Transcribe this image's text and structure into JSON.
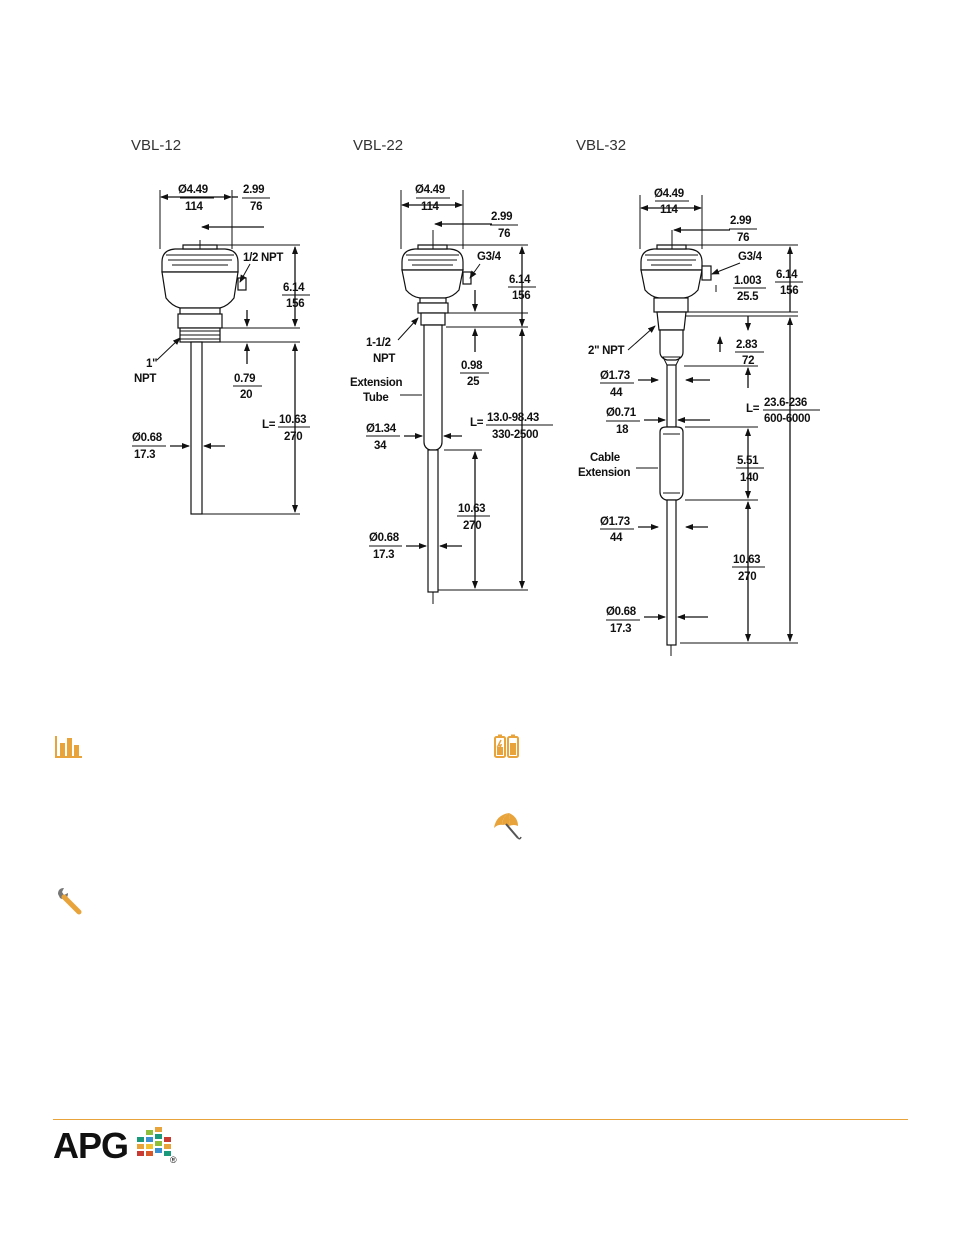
{
  "models": [
    {
      "title": "VBL-12"
    },
    {
      "title": "VBL-22"
    },
    {
      "title": "VBL-32"
    }
  ],
  "vbl12": {
    "dia_head_top": "Ø4.49",
    "dia_head_bot": "114",
    "off_top": "2.99",
    "off_bot": "76",
    "conduit": "1/2 NPT",
    "h_top": "6.14",
    "h_bot": "156",
    "thread_a": "1\"",
    "thread_b": "NPT",
    "t_top": "0.79",
    "t_bot": "20",
    "l_prefix": "L=",
    "l_top": "10.63",
    "l_bot": "270",
    "d_top": "Ø0.68",
    "d_bot": "17.3"
  },
  "vbl22": {
    "dia_head_top": "Ø4.49",
    "dia_head_bot": "114",
    "off_top": "2.99",
    "off_bot": "76",
    "conduit": "G3/4",
    "h_top": "6.14",
    "h_bot": "156",
    "thread_a": "1-1/2",
    "thread_b": "NPT",
    "t_top": "0.98",
    "t_bot": "25",
    "ext_a": "Extension",
    "ext_b": "Tube",
    "l_prefix": "L=",
    "l_top": "13.0-98.43",
    "l_bot": "330-2500",
    "e_top": "Ø1.34",
    "e_bot": "34",
    "p_top": "10.63",
    "p_bot": "270",
    "d_top": "Ø0.68",
    "d_bot": "17.3"
  },
  "vbl32": {
    "dia_head_top": "Ø4.49",
    "dia_head_bot": "114",
    "off_top": "2.99",
    "off_bot": "76",
    "conduit": "G3/4",
    "h_top": "6.14",
    "h_bot": "156",
    "c_top": "1.003",
    "c_bot": "25.5",
    "thread": "2\" NPT",
    "t_top": "2.83",
    "t_bot": "72",
    "w1_top": "Ø1.73",
    "w1_bot": "44",
    "cab_top": "Ø0.71",
    "cab_bot": "18",
    "l_prefix": "L=",
    "l_top": "23.6-236",
    "l_bot": "600-6000",
    "cext_a": "Cable",
    "cext_b": "Extension",
    "s_top": "5.51",
    "s_bot": "140",
    "w2_top": "Ø1.73",
    "w2_bot": "44",
    "p_top": "10.63",
    "p_bot": "270",
    "d_top": "Ø0.68",
    "d_bot": "17.3"
  },
  "icons": {
    "accent": "#e8a33a",
    "left_top": "bar-chart-icon",
    "right_top": "battery-icon",
    "right_mid": "umbrella-icon",
    "left_bottom": "wrench-icon"
  },
  "footer": {
    "logo_text": "APG",
    "registered": "®",
    "rule_color": "#e8a33a"
  }
}
